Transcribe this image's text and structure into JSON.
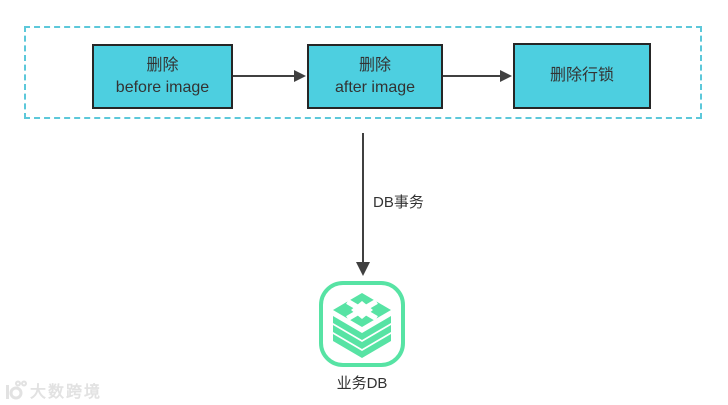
{
  "diagram": {
    "nodes": [
      {
        "id": "delete-before-image",
        "lines": [
          "删除",
          "before image"
        ]
      },
      {
        "id": "delete-after-image",
        "lines": [
          "删除",
          "after image"
        ]
      },
      {
        "id": "delete-row-lock",
        "lines": [
          "删除行锁"
        ]
      }
    ],
    "vertical_arrow_label": "DB事务",
    "database_label": "业务DB",
    "icons": {
      "database": "stacked-layers-database-icon",
      "watermark_logo": "watermark-logo-icon"
    }
  },
  "watermark_text": "大数跨境",
  "colors": {
    "box_fill": "#4dcfe0",
    "box_border": "#262626",
    "dashed_border": "#5cc8da",
    "arrow": "#404040",
    "db_green": "#57e3a4",
    "text": "#333333",
    "watermark": "#e2e2e2"
  }
}
